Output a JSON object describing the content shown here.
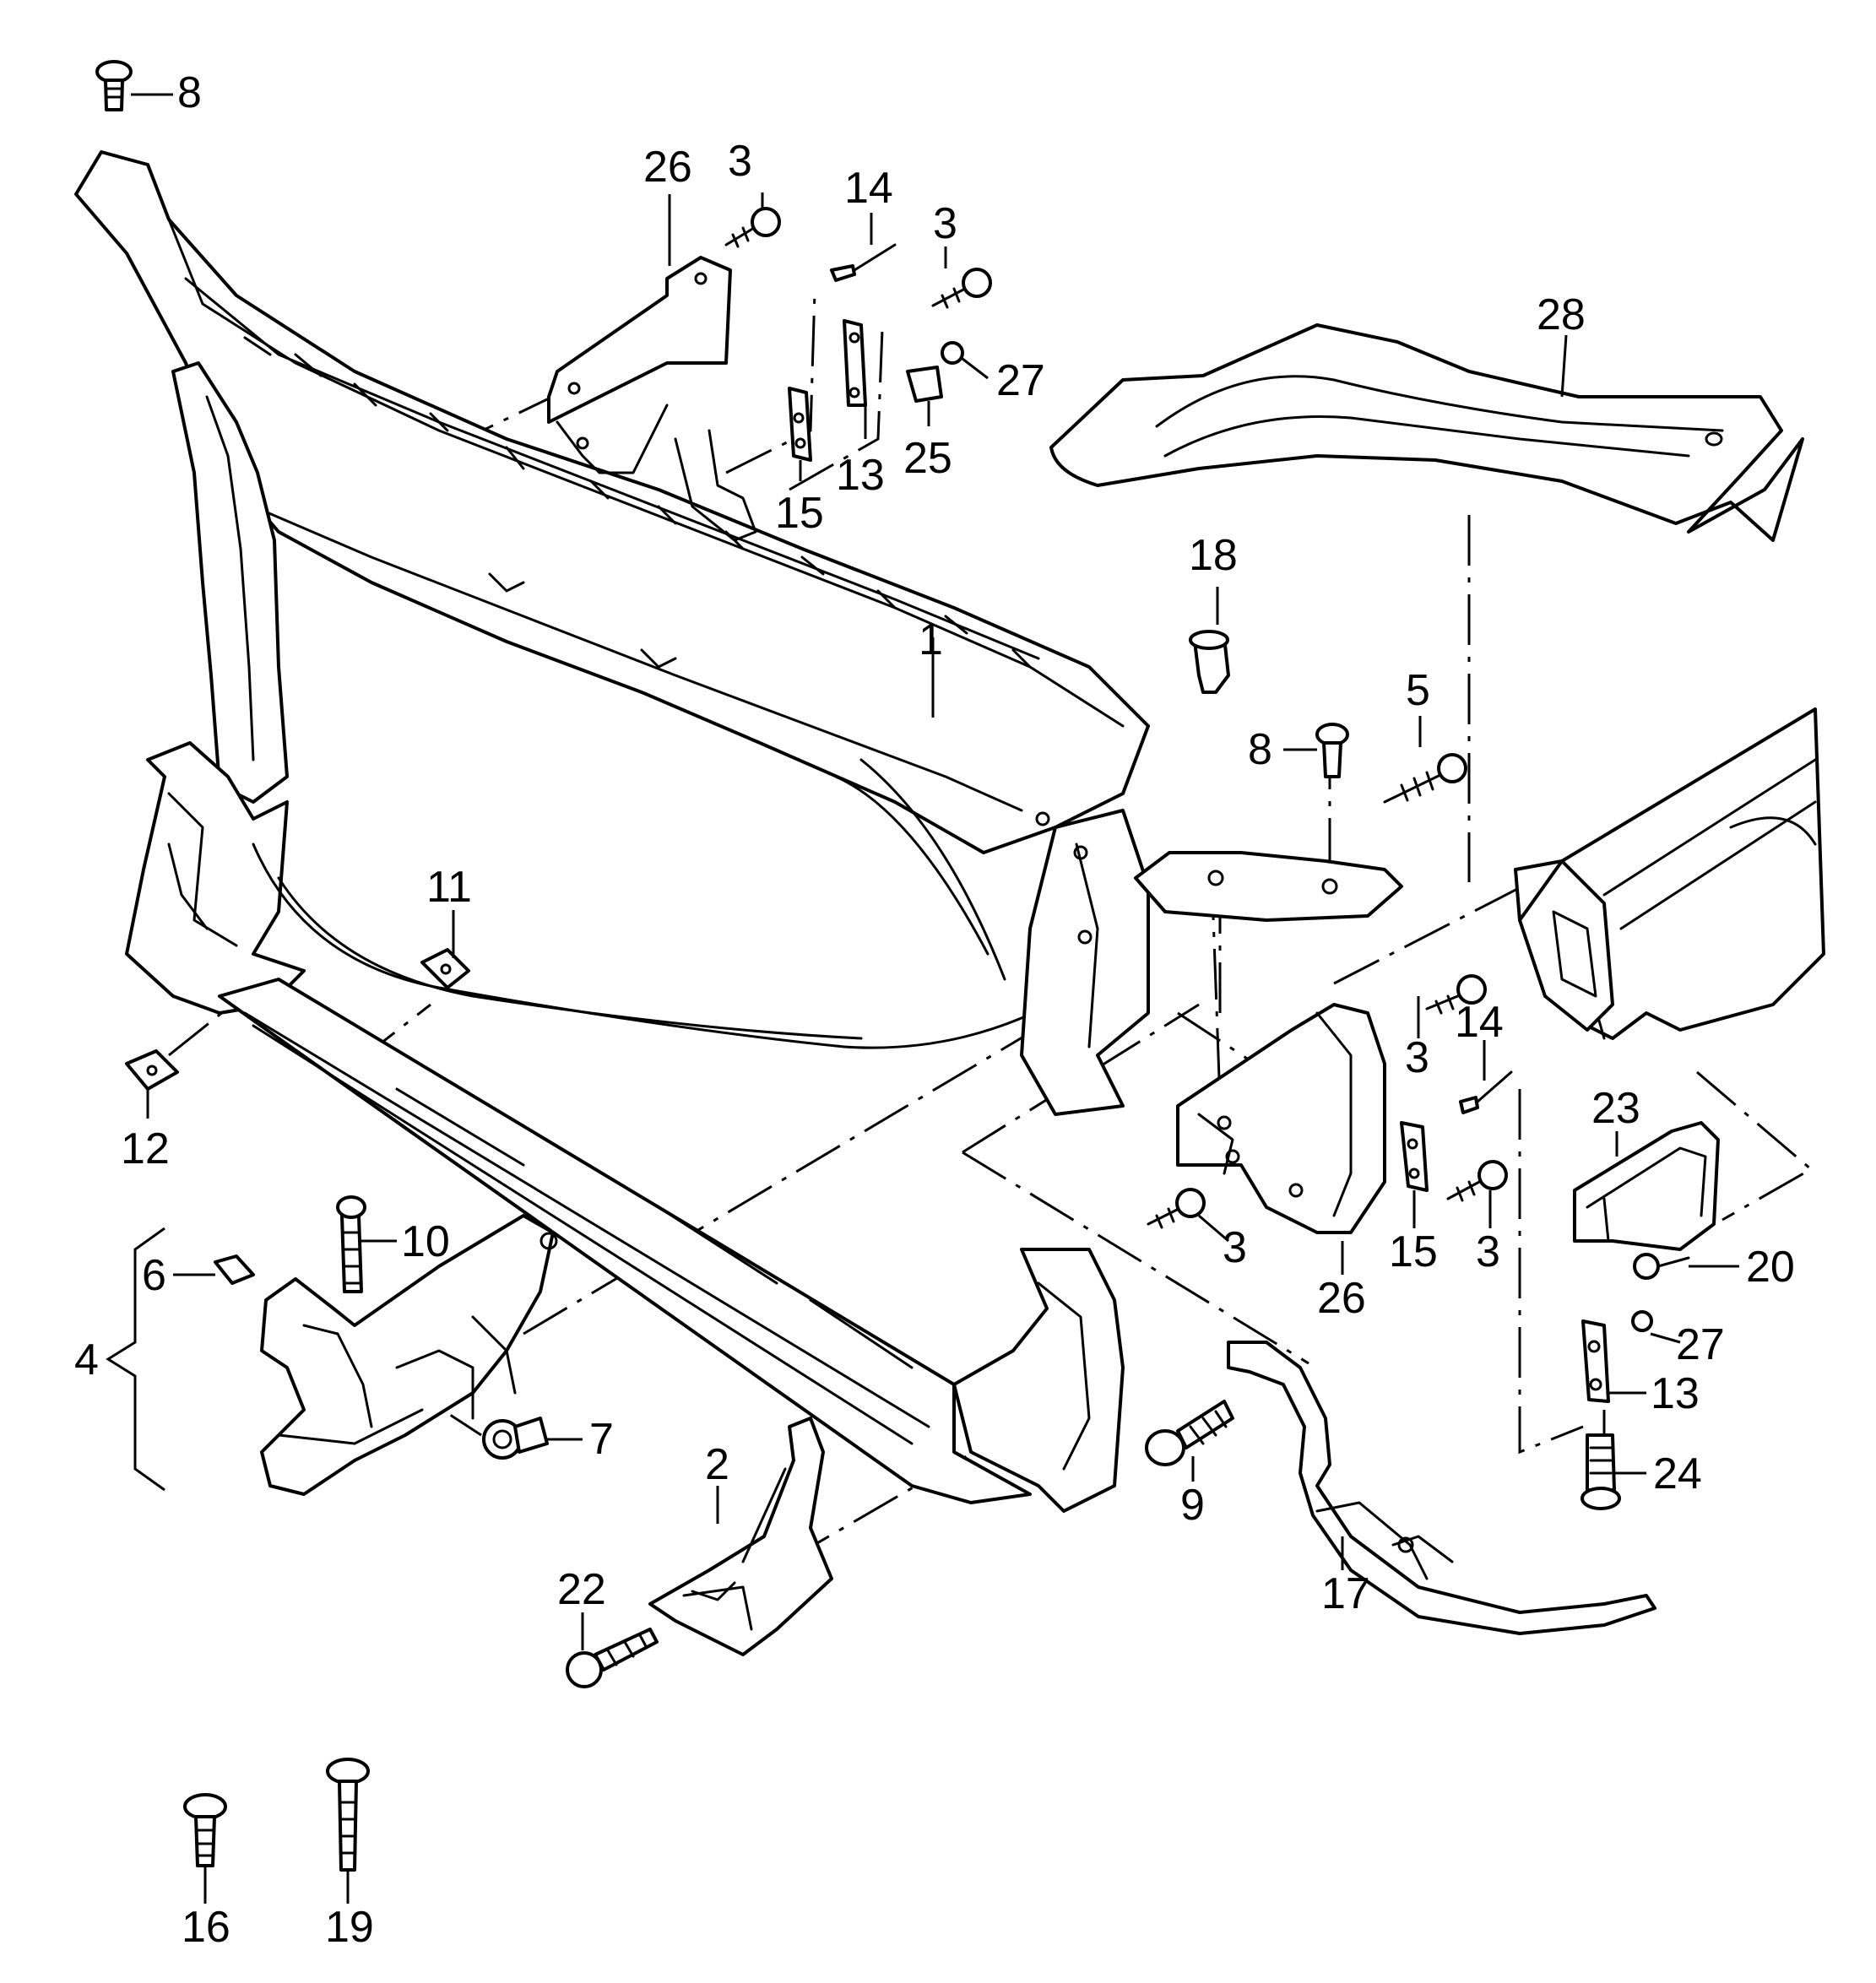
{
  "diagram": {
    "callouts": [
      "8",
      "26",
      "3",
      "14",
      "3",
      "27",
      "13",
      "25",
      "15",
      "28",
      "1",
      "18",
      "5",
      "8",
      "11",
      "12",
      "3",
      "14",
      "15",
      "3",
      "3",
      "26",
      "23",
      "20",
      "27",
      "13",
      "24",
      "10",
      "6",
      "4",
      "7",
      "9",
      "2",
      "17",
      "22",
      "16",
      "19"
    ]
  }
}
